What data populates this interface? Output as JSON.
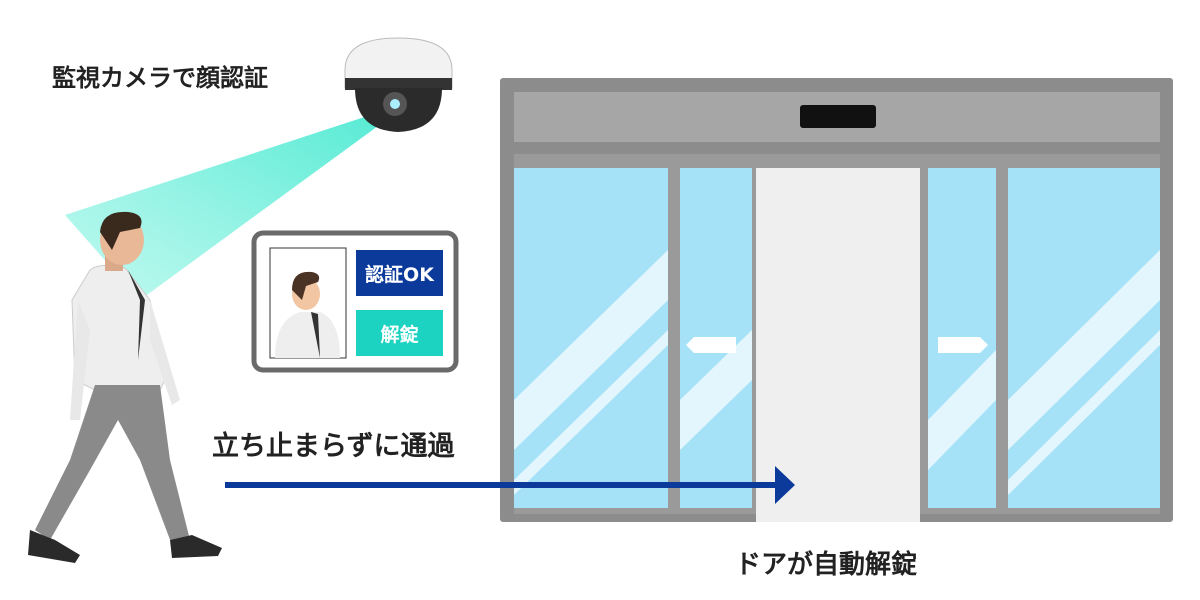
{
  "labels": {
    "camera": "監視カメラで顔認証",
    "walk": "立ち止まらずに通過",
    "door": "ドアが自動解錠"
  },
  "tablet": {
    "auth_status": "認証OK",
    "unlock": "解錠"
  },
  "colors": {
    "navy": "#0b3a9b",
    "teal": "#1cd3c2",
    "beam": "#5ff0d8",
    "glass": "#a5e2f8",
    "frame": "#8c8c8c"
  }
}
